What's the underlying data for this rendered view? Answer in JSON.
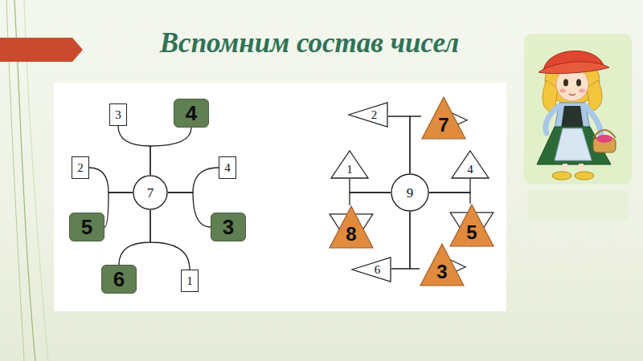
{
  "diagram": {
    "title": "Вспомним состав чисел",
    "nodes": [
      {
        "text": [
          "7"
        ]
      },
      {
        "text": [
          "3"
        ]
      },
      {
        "text": [
          "4"
        ]
      },
      {
        "text": [
          "2"
        ]
      },
      {
        "text": [
          "5"
        ]
      },
      {
        "text": [
          "4"
        ]
      },
      {
        "text": [
          "3"
        ]
      },
      {
        "text": [
          "6"
        ]
      },
      {
        "text": [
          "1"
        ]
      },
      {
        "text": [
          "9"
        ]
      },
      {
        "text": [
          "2"
        ]
      },
      {
        "text": [
          "7"
        ]
      },
      {
        "text": [
          "1"
        ]
      },
      {
        "text": [
          "8"
        ]
      },
      {
        "text": [
          "4"
        ]
      },
      {
        "text": [
          "5"
        ]
      },
      {
        "text": [
          "6"
        ]
      },
      {
        "text": [
          "3"
        ]
      }
    ],
    "edges": [
      {
        "from": 0,
        "to": 1,
        "arrow": "none"
      },
      {
        "from": 0,
        "to": 2,
        "arrow": "none"
      },
      {
        "from": 0,
        "to": 3,
        "arrow": "none"
      },
      {
        "from": 0,
        "to": 4,
        "arrow": "none"
      },
      {
        "from": 0,
        "to": 5,
        "arrow": "none"
      },
      {
        "from": 0,
        "to": 6,
        "arrow": "none"
      },
      {
        "from": 0,
        "to": 7,
        "arrow": "none"
      },
      {
        "from": 0,
        "to": 8,
        "arrow": "none"
      },
      {
        "from": 9,
        "to": 10,
        "arrow": "none"
      },
      {
        "from": 9,
        "to": 11,
        "arrow": "none"
      },
      {
        "from": 9,
        "to": 12,
        "arrow": "none"
      },
      {
        "from": 9,
        "to": 13,
        "arrow": "none"
      },
      {
        "from": 9,
        "to": 14,
        "arrow": "none"
      },
      {
        "from": 9,
        "to": 15,
        "arrow": "none"
      },
      {
        "from": 9,
        "to": 16,
        "arrow": "none"
      },
      {
        "from": 9,
        "to": 17,
        "arrow": "none"
      }
    ]
  }
}
